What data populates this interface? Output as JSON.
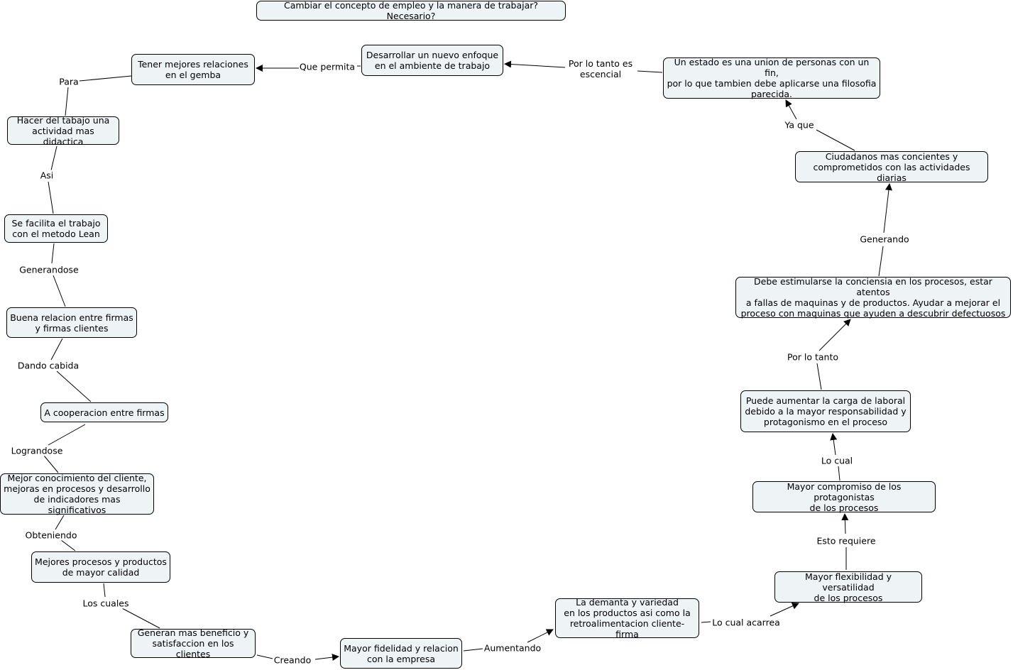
{
  "title": "Cambiar el concepto de empleo y la manera de trabajar? Necesario?",
  "nodes": {
    "n1": "Tener mejores relaciones\nen el gemba",
    "n2": "Desarrollar un nuevo enfoque\nen el ambiente de trabajo",
    "n3": "Un estado es una union de personas con un fin,\npor lo que tambien debe aplicarse una filosofia\nparecida.",
    "n4": "Hacer del tabajo una\nactividad mas didactica",
    "n5": "Ciudadanos mas concientes y\ncomprometidos con las actividades diarias",
    "n6": "Se facilita el trabajo\ncon el metodo Lean",
    "n7": "Debe estimularse la conciensia en los procesos, estar atentos\na fallas de maquinas y de productos. Ayudar a mejorar el\nproceso con maquinas que ayuden a descubrir defectuosos",
    "n8": "Buena relacion entre firmas\ny firmas clientes",
    "n9": "A cooperacion entre firmas",
    "n10": "Puede aumentar la carga de laboral\ndebido a la mayor responsabilidad y\nprotagonismo en el proceso",
    "n11": "Mejor conocimiento del cliente,\nmejoras en procesos y desarrollo\nde indicadores mas significativos",
    "n12": "Mayor compromiso de los protagonistas\nde los procesos",
    "n13": "Mejores procesos y productos\nde mayor calidad",
    "n14": "Mayor flexibilidad y versatilidad\nde los procesos",
    "n15": "La demanta y variedad\nen los productos asi como la\nretroalimentacion cliente-firma",
    "n16": "Generan mas beneficio y\nsatisfaccion en los clientes",
    "n17": "Mayor fidelidad y relacion\ncon la empresa"
  },
  "links": {
    "que_permita": "Que permita",
    "por_lo_tanto_es": "Por lo tanto es\nescencial",
    "para": "Para",
    "ya_que": "Ya que",
    "asi": "Asi",
    "generando": "Generando",
    "generandose": "Generandose",
    "por_lo_tanto": "Por lo tanto",
    "dando_cabida": "Dando cabida",
    "lograndose": "Lograndose",
    "lo_cual": "Lo cual",
    "obteniendo": "Obteniendo",
    "esto_requiere": "Esto requiere",
    "los_cuales": "Los cuales",
    "lo_cual_acarrea": "Lo cual acarrea",
    "aumentando": "Aumentando",
    "creando": "Creando"
  }
}
